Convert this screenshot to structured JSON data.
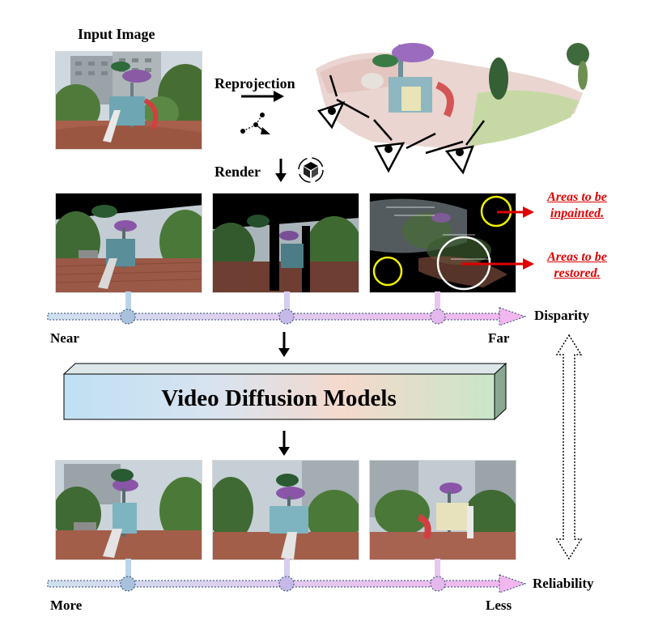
{
  "labels": {
    "input_image": "Input Image",
    "reprojection": "Reprojection",
    "render": "Render",
    "inpaint": "Areas to be inpainted.",
    "restore": "Areas to be restored.",
    "disparity": "Disparity",
    "near": "Near",
    "far": "Far",
    "model": "Video Diffusion Models",
    "reliability": "Reliability",
    "more": "More",
    "less": "Less"
  },
  "inpaint_lines": [
    "Areas to be",
    "inpainted."
  ],
  "restore_lines": [
    "Areas to be",
    "restored."
  ],
  "colors": {
    "inpaint_circle": "#f2f200",
    "restore_circle": "#ffffff",
    "annotation_red": "#e00000",
    "axis_start": "#cfe0ef",
    "axis_end": "#f2b7ef",
    "model_gradient": [
      "#bfe0f3",
      "#d8e3f0",
      "#f4d9cc",
      "#c9e6c9"
    ]
  }
}
